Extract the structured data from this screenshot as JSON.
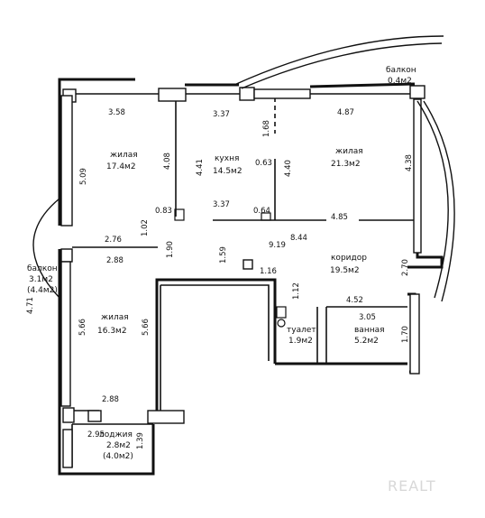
{
  "rooms": {
    "living1": {
      "name": "жилая",
      "area": "17.4м2"
    },
    "kitchen": {
      "name": "кухня",
      "area": "14.5м2"
    },
    "living2": {
      "name": "жилая",
      "area": "21.3м2"
    },
    "living3": {
      "name": "жилая",
      "area": "16.3м2"
    },
    "corridor": {
      "name": "коридор",
      "area": "19.5м2"
    },
    "toilet": {
      "name": "туалет",
      "area": "1.9м2"
    },
    "bath": {
      "name": "ванная",
      "area": "5.2м2"
    },
    "balcony_left": {
      "name": "балкон",
      "area": "3.1м2",
      "area_alt": "(4.4м2)"
    },
    "balcony_top": {
      "name": "балкон",
      "area": "0.4м2"
    },
    "loggia": {
      "name": "лоджия",
      "area": "2.8м2",
      "area_alt": "(4.0м2)"
    }
  },
  "dimensions": {
    "d358": "3.58",
    "d337a": "3.37",
    "d487": "4.87",
    "d509": "5.09",
    "d408": "4.08",
    "d441": "4.41",
    "d168": "1.68",
    "d063": "0.63",
    "d440": "4.40",
    "d438": "4.38",
    "d083": "0.83",
    "d337b": "3.37",
    "d064": "0.64",
    "d485": "4.85",
    "d102": "1.02",
    "d276": "2.76",
    "d844": "8.44",
    "d919": "9.19",
    "d190": "1.90",
    "d288a": "2.88",
    "d159": "1.59",
    "d116": "1.16",
    "d270": "2.70",
    "d112": "1.12",
    "d452": "4.52",
    "d305": "3.05",
    "d471": "4.71",
    "d566a": "5.66",
    "d566b": "5.66",
    "d170": "1.70",
    "d288b": "2.88",
    "d295": "2.95",
    "d139": "1.39"
  },
  "watermark": "REALT"
}
